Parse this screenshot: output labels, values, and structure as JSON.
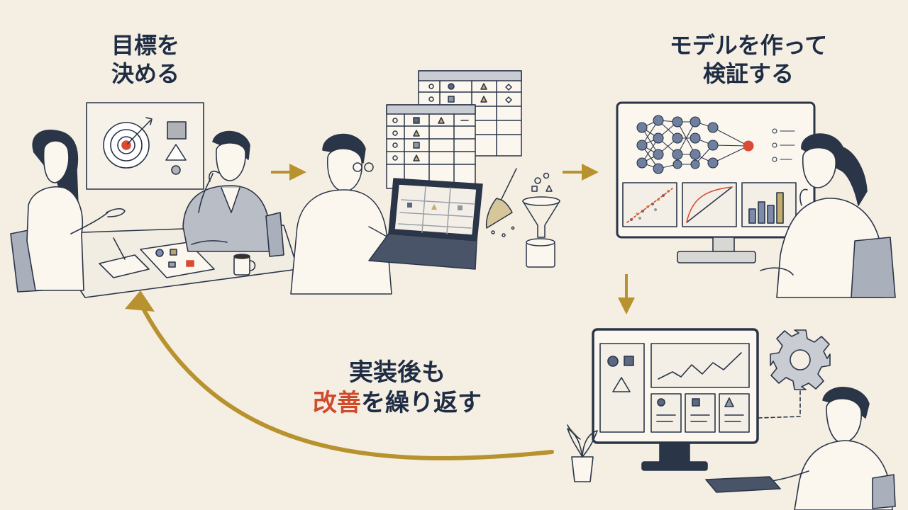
{
  "steps": {
    "goal": {
      "line1": "目標を",
      "line2": "決める"
    },
    "model": {
      "line1": "モデルを作って",
      "line2": "検証する"
    },
    "improve": {
      "line1": "実装後も",
      "line2_accent": "改善",
      "line2_rest": "を繰り返す"
    }
  },
  "colors": {
    "background": "#f5efe3",
    "ink": "#1f2d44",
    "arrow_gold": "#b8922f",
    "accent_red": "#d04a2c",
    "target_red": "#d94b34"
  },
  "icons": [
    "target-icon",
    "broom-icon",
    "funnel-icon",
    "gear-icon",
    "plant-icon",
    "coffee-mug-icon",
    "neural-network-icon"
  ]
}
